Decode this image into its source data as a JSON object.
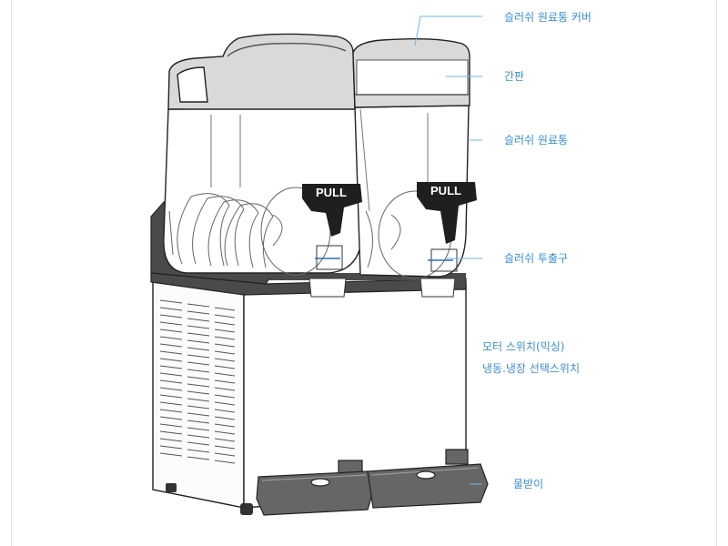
{
  "labels": {
    "cover": "슬러쉬 원료통 커버",
    "sign": "간판",
    "tank": "슬러쉬 원료통",
    "spout": "슬러쉬 투출구",
    "motor_switch": "모터 스위치(믹싱)",
    "mode_switch": "냉동.냉장 선택스위치",
    "drip_tray": "물받이"
  },
  "handles": {
    "left": "PULL",
    "right": "PULL"
  },
  "colors": {
    "label": "#3a8fd1",
    "leader": "#6fb5e6",
    "outline": "#222222",
    "panel_dark": "#4a4a4a",
    "tray": "#666666",
    "lid": "#d9d9d9"
  }
}
